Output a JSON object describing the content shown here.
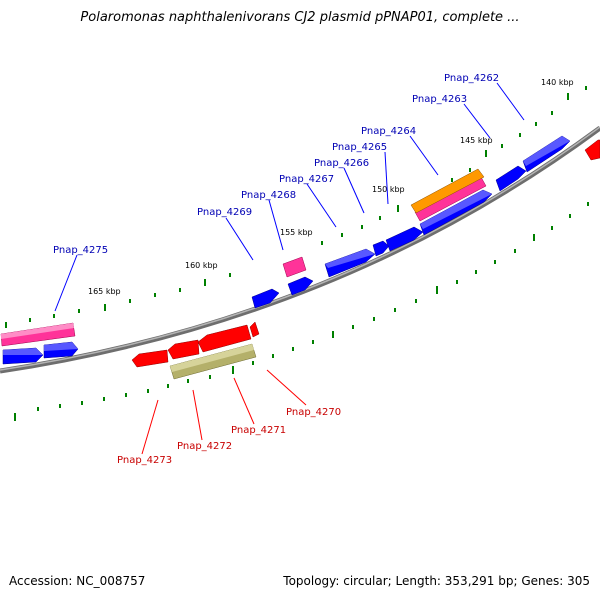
{
  "title": "Polaromonas naphthalenivorans CJ2 plasmid pPNAP01, complete ...",
  "footer": {
    "accession": "Accession: NC_008757",
    "summary": "Topology: circular; Length: 353,291 bp; Genes: 305"
  },
  "colors": {
    "forward_gene": "#0000ff",
    "reverse_gene": "#ff0000",
    "pink_feature": "#ff3399",
    "orange_feature": "#ff9900",
    "olive_feature": "#b4b06a",
    "backbone": "#808080",
    "tick": "#008000",
    "top_label": "#0000b4",
    "bottom_label": "#c80000"
  },
  "kbp_labels": [
    "140 kbp",
    "145 kbp",
    "150 kbp",
    "155 kbp",
    "160 kbp",
    "165 kbp"
  ],
  "top_gene_labels": [
    "Pnap_4262",
    "Pnap_4263",
    "Pnap_4264",
    "Pnap_4265",
    "Pnap_4266",
    "Pnap_4267",
    "Pnap_4268",
    "Pnap_4269",
    "Pnap_4275"
  ],
  "bottom_gene_labels": [
    "Pnap_4270",
    "Pnap_4271",
    "Pnap_4272",
    "Pnap_4273"
  ]
}
